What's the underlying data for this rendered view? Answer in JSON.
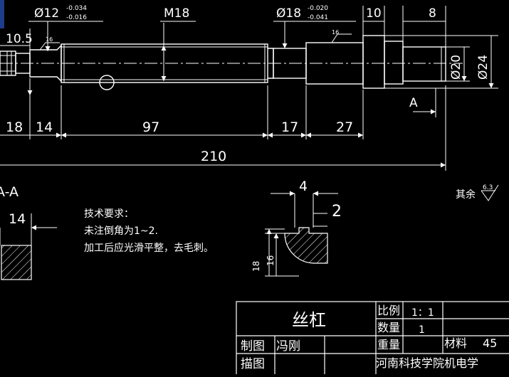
{
  "drawing": {
    "dims": {
      "d12": "Ø12",
      "d12_upper": "-0.034",
      "d12_lower": "-0.016",
      "m18": "M18",
      "d18": "Ø18",
      "d18_upper": "-0.020",
      "d18_lower": "-0.041",
      "w10": "10",
      "w8": "8",
      "w10_5": "10.5",
      "rough16a": "16",
      "rough16b": "16",
      "d20": "Ø20",
      "d24": "Ø24",
      "sec_label": "A",
      "l18": "18",
      "l14": "14",
      "l97": "97",
      "l17": "17",
      "l27": "27",
      "l210": "210"
    },
    "section": {
      "title": "A-A",
      "width": "14"
    },
    "notes": {
      "heading": "技术要求：",
      "line1": "未注倒角为1~2.",
      "line2": "加工后应光滑平整，去毛刺。"
    },
    "detail": {
      "w4": "4",
      "d2": "2",
      "h18": "18",
      "h16": "16"
    },
    "rest_roughness": {
      "label": "其余",
      "value": "6.3"
    }
  },
  "title_block": {
    "part_name": "丝杠",
    "scale_label": "比例",
    "scale_value": "1：1",
    "qty_label": "数量",
    "qty_value": "1",
    "weight_label": "重量",
    "material_label": "材料",
    "material_value": "45",
    "drawn_label": "制图",
    "drawn_name": "冯刚",
    "traced_label": "描图",
    "school": "河南科技学院机电学"
  }
}
